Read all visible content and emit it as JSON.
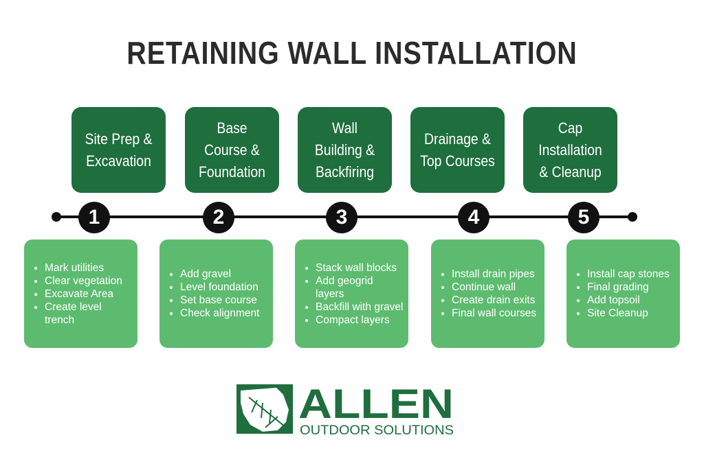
{
  "title": "RETAINING WALL INSTALLATION",
  "steps": [
    {
      "number": "1",
      "title": "Site Prep & Excavation",
      "tasks": [
        "Mark utilities",
        "Clear vegetation",
        "Excavate Area",
        "Create level trench"
      ]
    },
    {
      "number": "2",
      "title": "Base Course & Foundation",
      "tasks": [
        "Add gravel",
        "Level foundation",
        "Set base course",
        "Check alignment"
      ]
    },
    {
      "number": "3",
      "title": "Wall Building & Backfiring",
      "tasks": [
        "Stack wall blocks",
        "Add geogrid layers",
        "Backfill with gravel",
        "Compact layers"
      ]
    },
    {
      "number": "4",
      "title": "Drainage & Top Courses",
      "tasks": [
        "Install drain pipes",
        "Continue wall",
        "Create drain exits",
        "Final wall courses"
      ]
    },
    {
      "number": "5",
      "title": "Cap Installation & Cleanup",
      "tasks": [
        "Install cap stones",
        "Final grading",
        "Add topsoil",
        "Site Cleanup"
      ]
    }
  ],
  "logo": {
    "name": "ALLEN",
    "tagline": "OUTDOOR SOLUTIONS"
  },
  "colors": {
    "dark_green": "#1f6e3e",
    "light_green": "#5dbb6f"
  }
}
